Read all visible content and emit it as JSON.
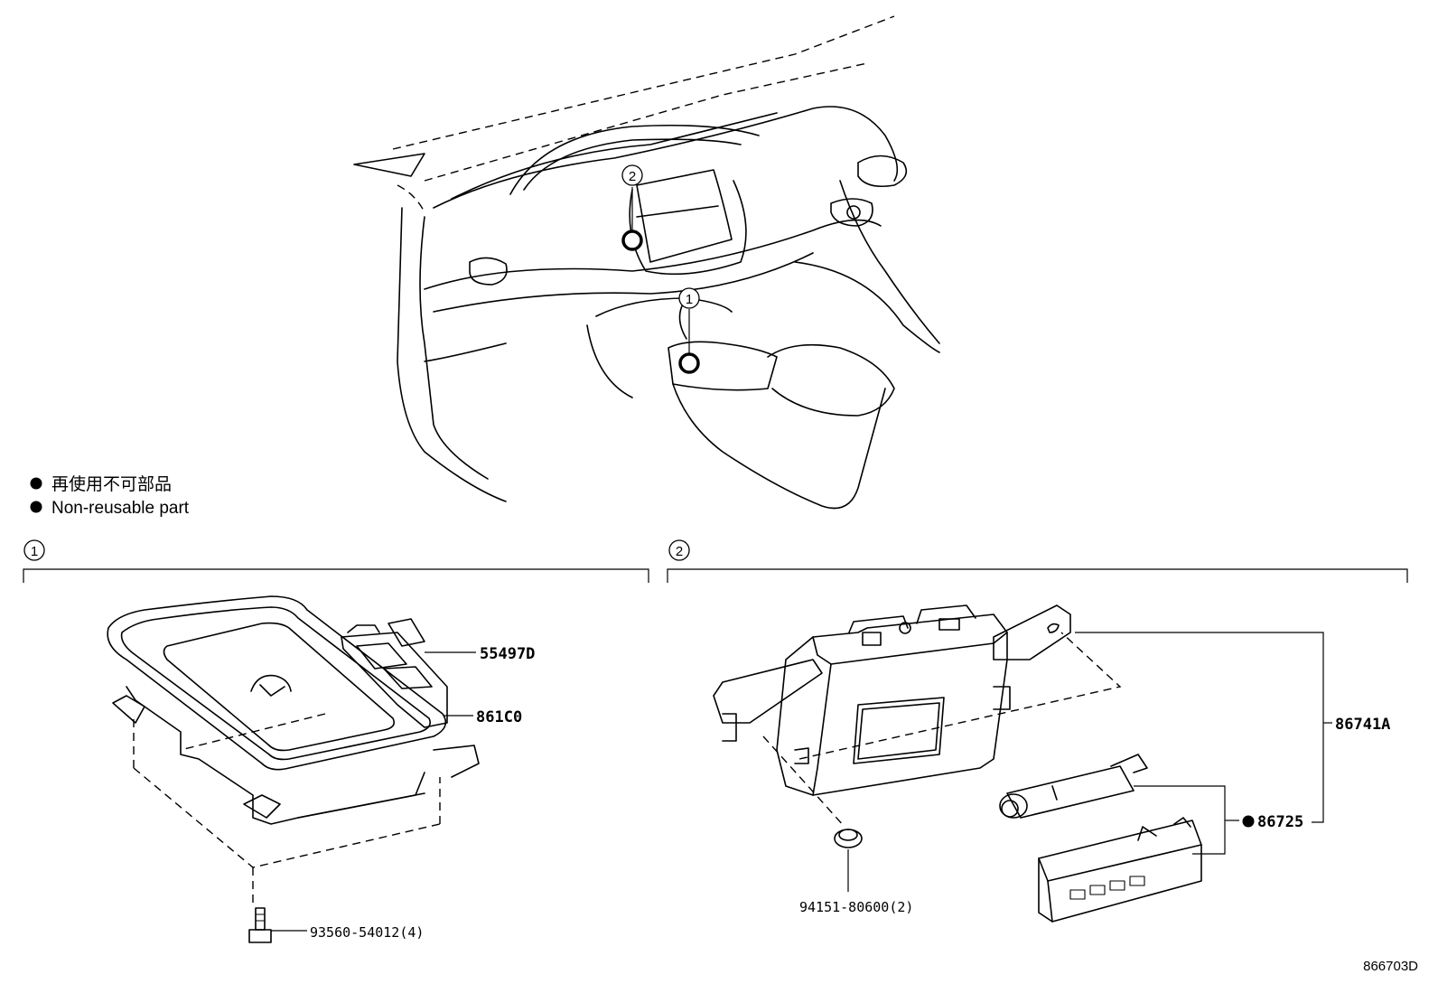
{
  "legend": {
    "japanese": "再使用不可部品",
    "english": "Non-reusable part",
    "bullet_icon": "filled-circle"
  },
  "callouts": {
    "one": "1",
    "two": "2"
  },
  "sections": {
    "one": {
      "index": "1"
    },
    "two": {
      "index": "2"
    }
  },
  "parts": {
    "p55497D": "55497D",
    "p861C0": "861C0",
    "p93560": "93560-54012(4)",
    "p86741A": "86741A",
    "p86725": "86725",
    "p94151": "94151-80600(2)"
  },
  "diagram_code": "866703D"
}
